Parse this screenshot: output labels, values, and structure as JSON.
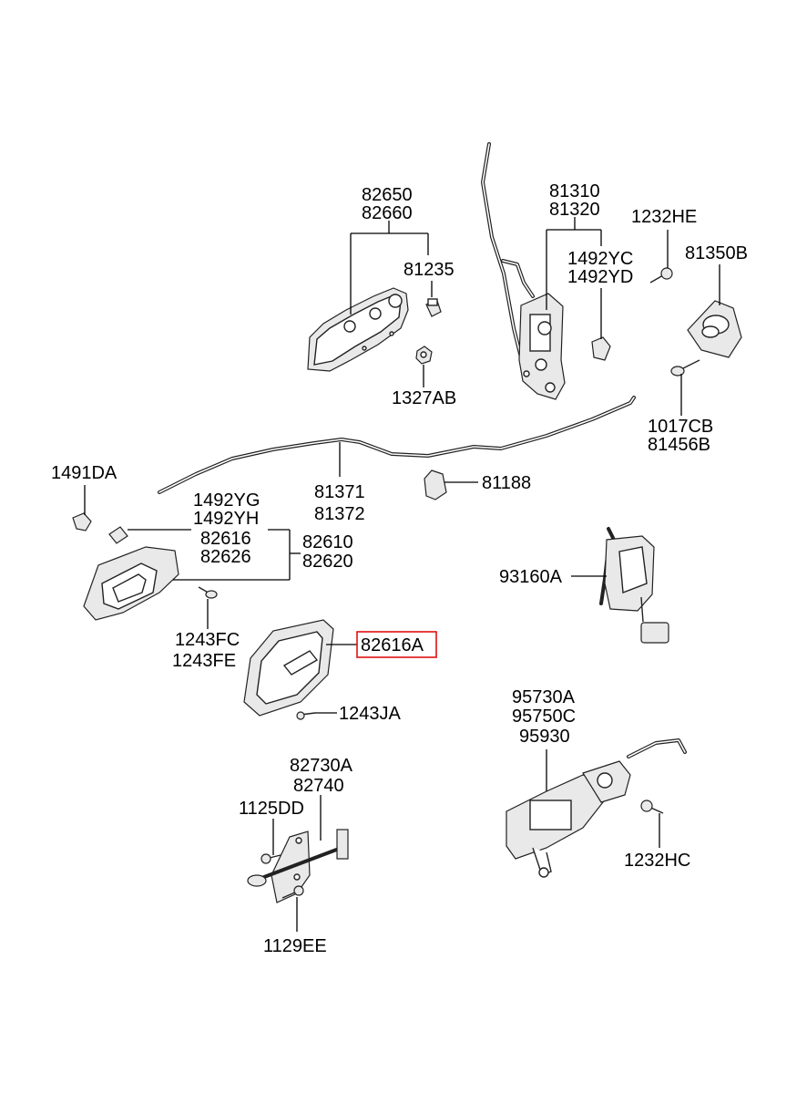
{
  "diagram": {
    "highlighted_label": "82616A",
    "labels": {
      "l82650": "82650",
      "l82660": "82660",
      "l81235": "81235",
      "l1327AB": "1327AB",
      "l81310": "81310",
      "l81320": "81320",
      "l1232HE": "1232HE",
      "l1492YC": "1492YC",
      "l1492YD": "1492YD",
      "l81350B": "81350B",
      "l1017CB": "1017CB",
      "l81456B": "81456B",
      "l1491DA": "1491DA",
      "l81371": "81371",
      "l81372": "81372",
      "l81188": "81188",
      "l1492YG": "1492YG",
      "l1492YH": "1492YH",
      "l82616": "82616",
      "l82626": "82626",
      "l82610": "82610",
      "l82620": "82620",
      "l93160A": "93160A",
      "l1243FC": "1243FC",
      "l1243FE": "1243FE",
      "l82616A": "82616A",
      "l1243JA": "1243JA",
      "l95730A": "95730A",
      "l95750C": "95750C",
      "l95930": "95930",
      "l82730A": "82730A",
      "l82740": "82740",
      "l1125DD": "1125DD",
      "l1232HC": "1232HC",
      "l1129EE": "1129EE"
    }
  }
}
